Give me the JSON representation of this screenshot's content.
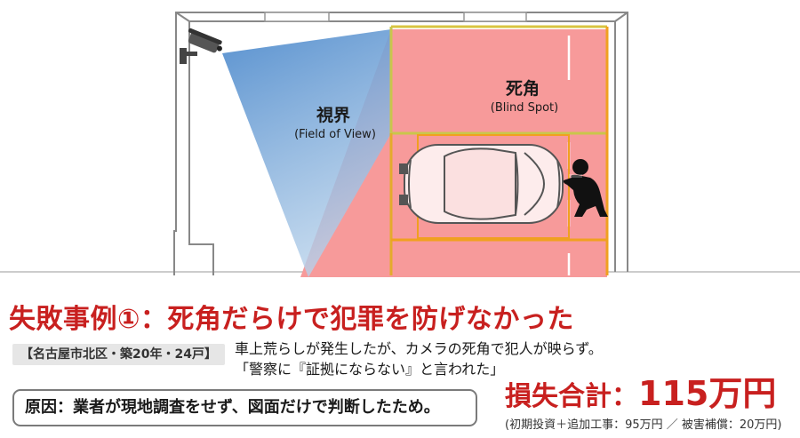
{
  "diagram": {
    "fov_label": "視界",
    "fov_sublabel": "(Field of View)",
    "blind_label": "死角",
    "blind_sublabel": "(Blind Spot)"
  },
  "case": {
    "title": "失敗事例①：死角だらけで犯罪を防げなかった",
    "tag": "【名古屋市北区・築20年・24戸】",
    "description_line1": "車上荒らしが発生したが、カメラの死角で犯人が映らず。",
    "description_line2": "「警察に『証拠にならない』と言われた」",
    "cause": "原因：業者が現地調査をせず、図面だけで判断したため。",
    "total_label": "損失合計：",
    "total_amount": "115万円",
    "breakdown": "(初期投資＋追加工事：95万円 ／ 被害補償：20万円)"
  },
  "colors": {
    "accent_red": "#c8201f",
    "blind_zone": "#f79a9a",
    "fov_zone": "#8fb7e0",
    "parking_lines": "#f0a020",
    "inner_lines": "#c4c44a",
    "wall": "#888888"
  },
  "icons": [
    "security-camera-icon",
    "car-icon",
    "burglar-icon"
  ]
}
